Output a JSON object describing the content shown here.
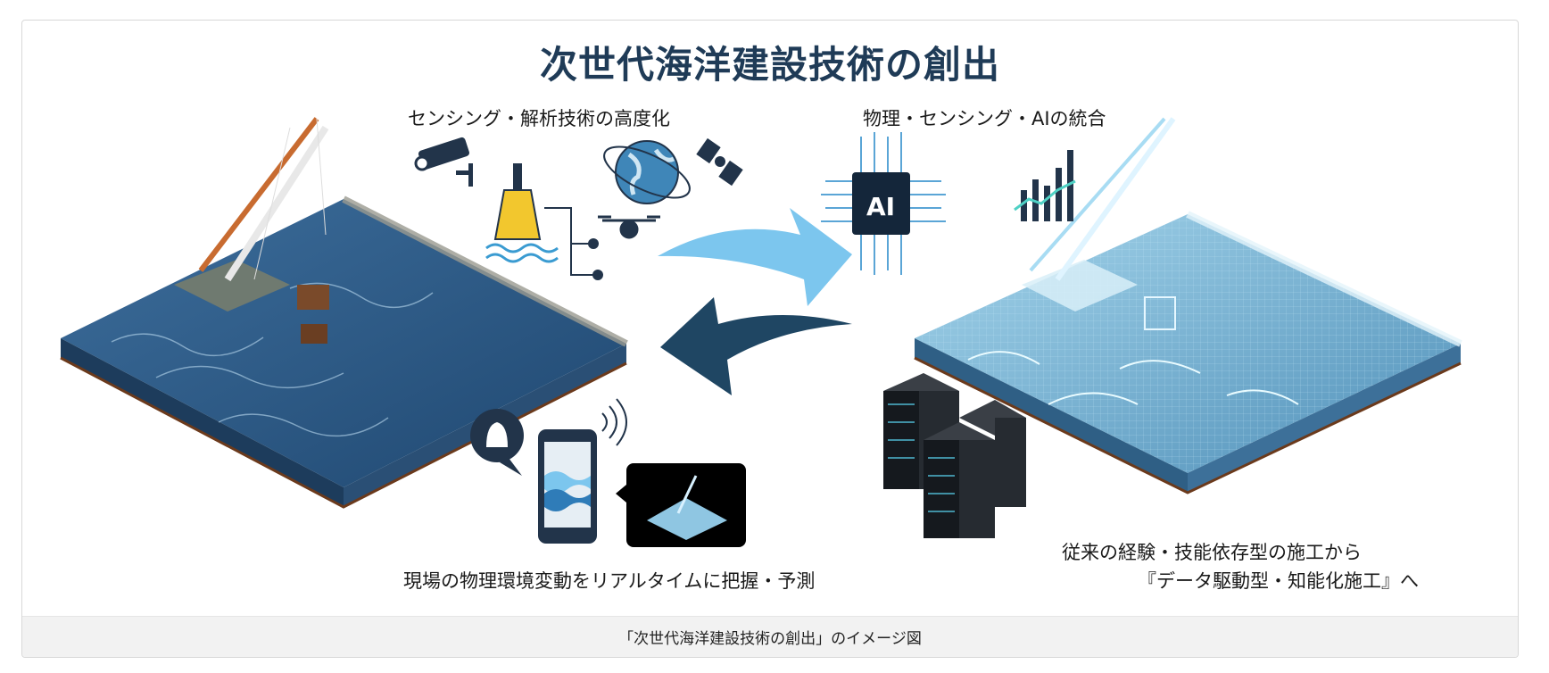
{
  "figure": {
    "title": "次世代海洋建設技術の創出",
    "left_heading": "センシング・解析技術の高度化",
    "right_heading": "物理・センシング・AIの統合",
    "bottom_left_text": "現場の物理環境変動をリアルタイムに把握・予測",
    "bottom_right_line1": "従来の経験・技能依存型の施工から",
    "bottom_right_line2": "『データ駆動型・知能化施工』へ",
    "ai_chip_label": "AI"
  },
  "caption": "「次世代海洋建設技術の創出」のイメージ図",
  "colors": {
    "title": "#1f3b57",
    "arrow_light": "#7cc6ee",
    "arrow_dark": "#1f4663",
    "sea": "#2b5a86",
    "digital_sea": "#6fb3d6"
  }
}
